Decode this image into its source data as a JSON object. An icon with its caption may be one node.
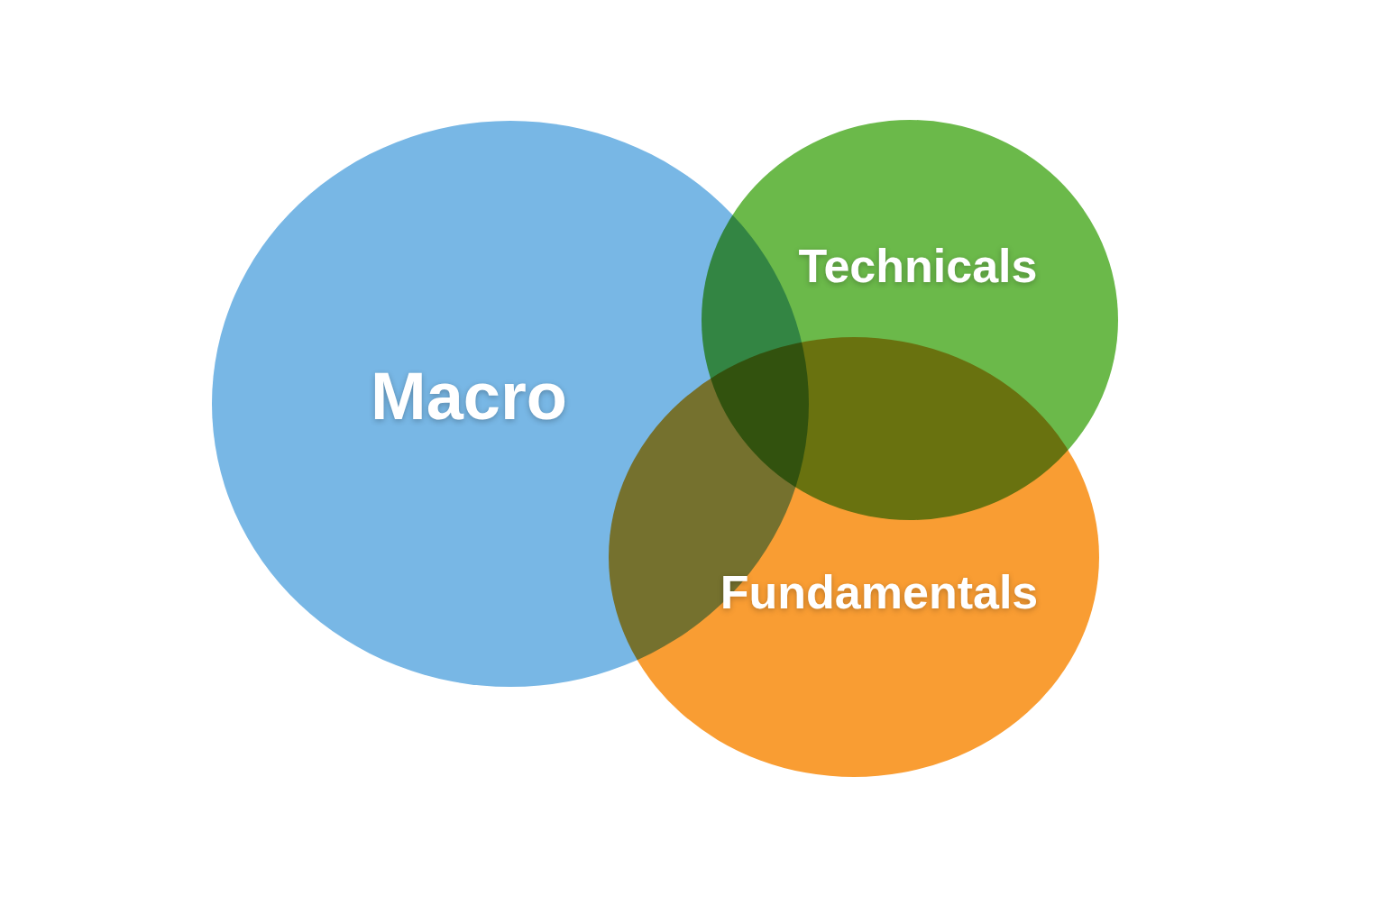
{
  "diagram": {
    "nodes": [
      {
        "text": [
          "Macro"
        ]
      },
      {
        "text": [
          "Technicals"
        ]
      },
      {
        "text": [
          "Fundamentals"
        ]
      }
    ]
  }
}
